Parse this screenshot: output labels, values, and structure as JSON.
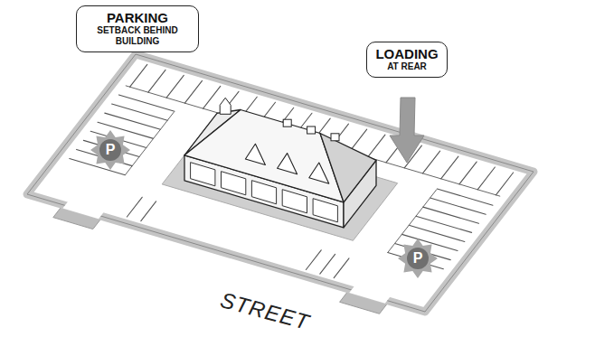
{
  "diagram": {
    "nodes": [
      {
        "text": [
          "PARKING",
          "SETBACK BEHIND BUILDING"
        ]
      },
      {
        "text": [
          "LOADING",
          "AT REAR"
        ]
      },
      {
        "text": [
          "P"
        ]
      },
      {
        "text": [
          "P"
        ]
      }
    ],
    "labels": [
      "STREET"
    ]
  }
}
